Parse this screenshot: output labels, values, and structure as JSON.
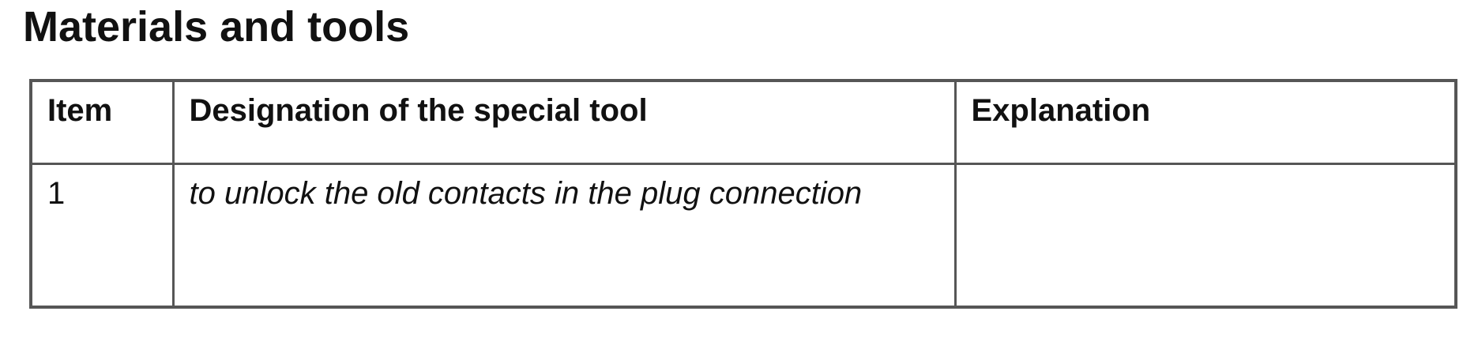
{
  "page": {
    "title": "Materials and tools"
  },
  "table": {
    "headers": [
      "Item",
      "Designation of the special tool",
      "Explanation"
    ],
    "rows": [
      {
        "item": "1",
        "designation": "to unlock the old contacts in the plug connection",
        "explanation": ""
      }
    ]
  },
  "colors": {
    "border": "#565656",
    "text": "#111111"
  }
}
